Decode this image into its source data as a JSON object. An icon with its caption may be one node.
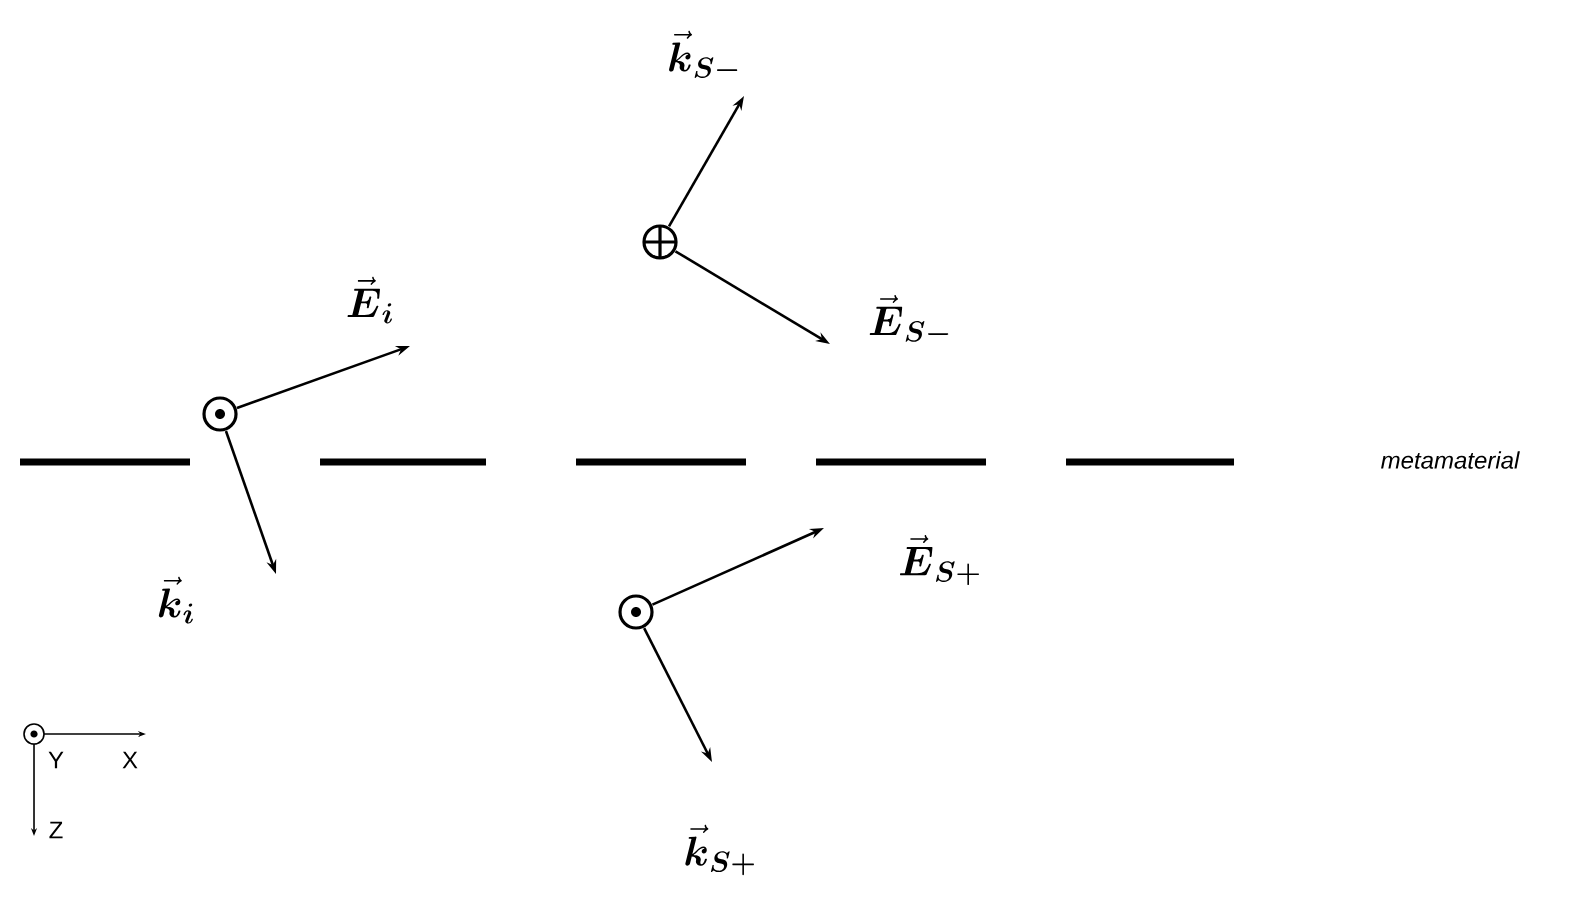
{
  "diagram": {
    "labels": [
      "\\vec{\\boldsymbol{k}}_{\\boldsymbol{S-}}",
      "\\vec{\\boldsymbol{E}}_{\\boldsymbol{i}}",
      "\\vec{\\boldsymbol{E}}_{\\boldsymbol{S-}}",
      "metamaterial",
      "\\vec{\\boldsymbol{k}}_{\\boldsymbol{i}}",
      "\\vec{\\boldsymbol{E}}_{\\boldsymbol{S+}}",
      "Y",
      "X",
      "Z",
      "\\vec{\\boldsymbol{k}}_{\\boldsymbol{S+}}"
    ]
  }
}
